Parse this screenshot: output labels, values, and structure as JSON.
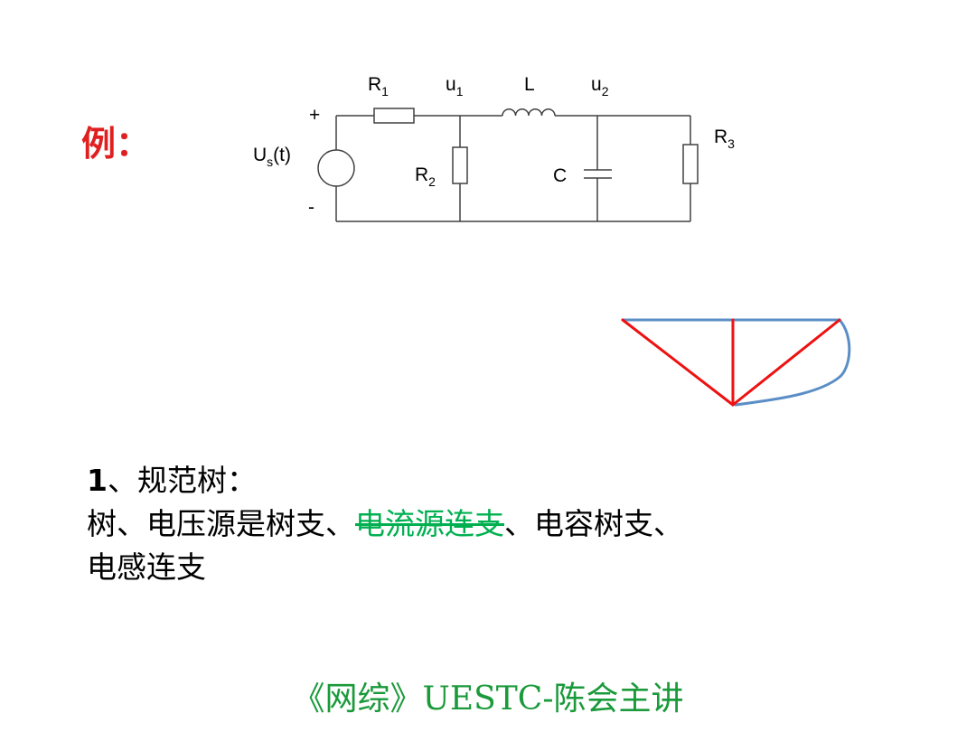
{
  "example_label": "例：",
  "circuit": {
    "labels": {
      "r1": "R",
      "r1_sub": "1",
      "u1": "u",
      "u1_sub": "1",
      "l": "L",
      "u2": "u",
      "u2_sub": "2",
      "r3": "R",
      "r3_sub": "3",
      "r2": "R",
      "r2_sub": "2",
      "c": "C",
      "us": "U",
      "us_sub": "s",
      "us_arg": "(t)",
      "plus": "+",
      "minus": "-"
    }
  },
  "body": {
    "line1_num": "1",
    "line1_text": "、规范树：",
    "line2_a": "树、电压源是树支、",
    "line2_struck": "电流源连支",
    "line2_b": "、电容树支、",
    "line3": "电感连支"
  },
  "footer": "《网综》UESTC-陈会主讲",
  "colors": {
    "example_label": "#e02020",
    "struck_text": "#00b050",
    "tree_red": "#ee1111",
    "link_blue": "#5b8ec5",
    "footer": "#1a9a3a",
    "wire": "#404040"
  }
}
